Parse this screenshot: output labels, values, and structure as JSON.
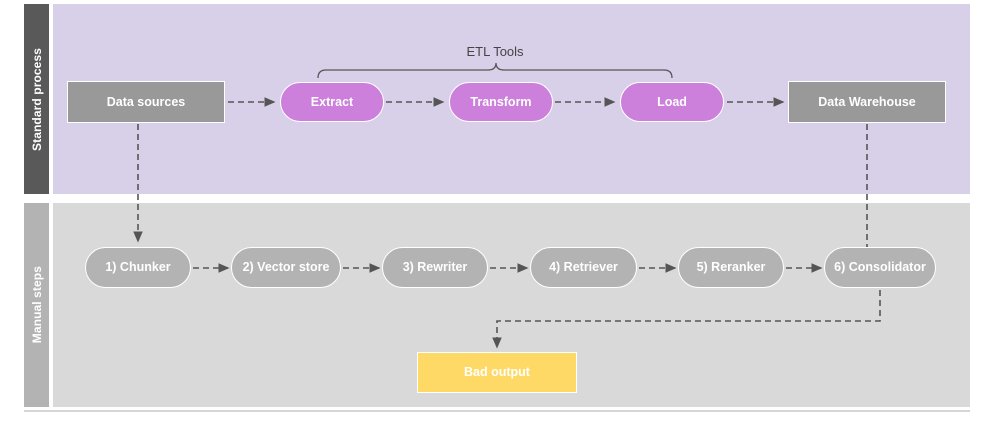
{
  "diagram": {
    "title_visible": false,
    "colors": {
      "lane_top_band": "#595959",
      "lane_top_body": "#d8d0e8",
      "lane_bottom_band": "#b3b3b3",
      "lane_bottom_body": "#d9d9d9",
      "grey_box": "#999999",
      "grey_pill": "#b3b3b3",
      "magenta_pill": "#cc7fdb",
      "yellow_box": "#ffd966",
      "connector": "#666666",
      "node_text": "#ffffff",
      "annotation_text": "#444444"
    },
    "lanes": [
      {
        "id": "standard-process",
        "label": "Standard process"
      },
      {
        "id": "manual-steps",
        "label": "Manual steps"
      }
    ],
    "annotations": [
      {
        "id": "etl-tools",
        "label": "ETL Tools"
      }
    ],
    "top_nodes": [
      {
        "id": "data-sources",
        "label": "Data sources",
        "shape": "rect",
        "style": "grey-box"
      },
      {
        "id": "extract",
        "label": "Extract",
        "shape": "pill",
        "style": "magenta"
      },
      {
        "id": "transform",
        "label": "Transform",
        "shape": "pill",
        "style": "magenta"
      },
      {
        "id": "load",
        "label": "Load",
        "shape": "pill",
        "style": "magenta"
      },
      {
        "id": "data-warehouse",
        "label": "Data Warehouse",
        "shape": "rect",
        "style": "grey-box"
      }
    ],
    "bottom_nodes": [
      {
        "id": "chunker",
        "label": "1) Chunker",
        "shape": "pill",
        "style": "grey-pill"
      },
      {
        "id": "vector-store",
        "label": "2) Vector store",
        "shape": "pill",
        "style": "grey-pill"
      },
      {
        "id": "rewriter",
        "label": "3) Rewriter",
        "shape": "pill",
        "style": "grey-pill"
      },
      {
        "id": "retriever",
        "label": "4) Retriever",
        "shape": "pill",
        "style": "grey-pill"
      },
      {
        "id": "reranker",
        "label": "5) Reranker",
        "shape": "pill",
        "style": "grey-pill"
      },
      {
        "id": "consolidator",
        "label": "6) Consolidator",
        "shape": "pill",
        "style": "grey-pill"
      }
    ],
    "output_nodes": [
      {
        "id": "bad-output",
        "label": "Bad output",
        "shape": "rect",
        "style": "yellow"
      }
    ],
    "edges": [
      {
        "from": "data-sources",
        "to": "extract",
        "style": "dashed-arrow"
      },
      {
        "from": "extract",
        "to": "transform",
        "style": "dashed-arrow"
      },
      {
        "from": "transform",
        "to": "load",
        "style": "dashed-arrow"
      },
      {
        "from": "load",
        "to": "data-warehouse",
        "style": "dashed-arrow"
      },
      {
        "from": "data-sources",
        "to": "chunker",
        "style": "dashed-arrow"
      },
      {
        "from": "chunker",
        "to": "vector-store",
        "style": "dashed-arrow"
      },
      {
        "from": "vector-store",
        "to": "rewriter",
        "style": "dashed-arrow"
      },
      {
        "from": "rewriter",
        "to": "retriever",
        "style": "dashed-arrow"
      },
      {
        "from": "retriever",
        "to": "reranker",
        "style": "dashed-arrow"
      },
      {
        "from": "reranker",
        "to": "consolidator",
        "style": "dashed-arrow"
      },
      {
        "from": "data-warehouse",
        "to": "consolidator",
        "style": "dashed-line"
      },
      {
        "from": "consolidator",
        "to": "bad-output",
        "style": "dashed-arrow"
      }
    ]
  }
}
